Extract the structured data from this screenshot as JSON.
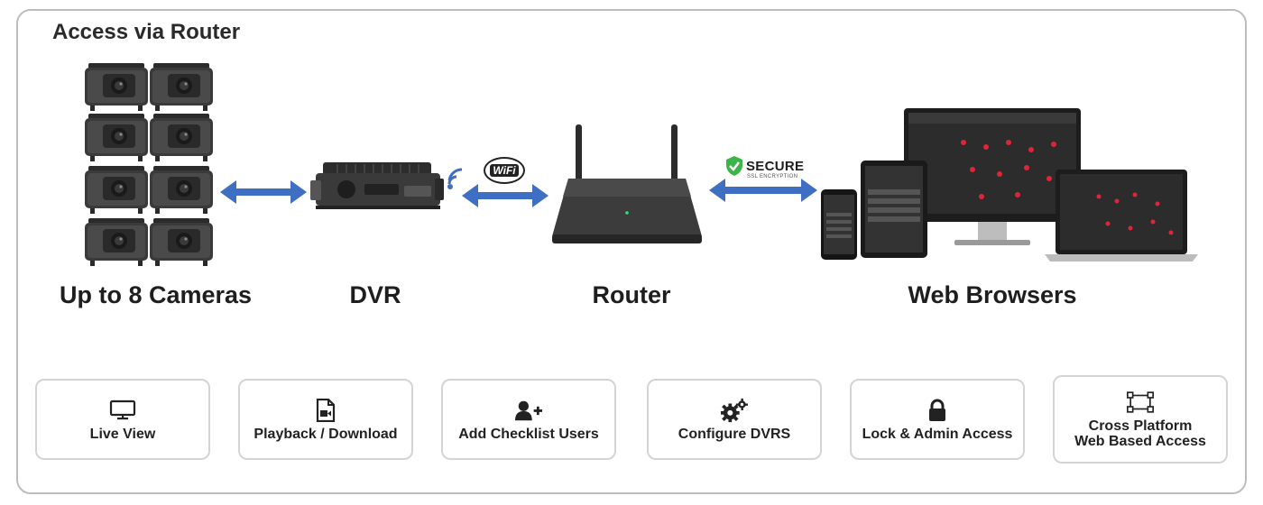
{
  "title": "Access via Router",
  "stages": [
    {
      "label": "Up to 8 Cameras"
    },
    {
      "label": "DVR"
    },
    {
      "label": "Router"
    },
    {
      "label": "Web Browsers"
    }
  ],
  "badges": {
    "wifi": "WiFi",
    "secure": "SECURE",
    "secure_sub": "SSL ENCRYPTION"
  },
  "features": [
    {
      "label": "Live View",
      "icon": "monitor-icon"
    },
    {
      "label": "Playback / Download",
      "icon": "video-file-icon"
    },
    {
      "label": "Add Checklist Users",
      "icon": "add-user-icon"
    },
    {
      "label": "Configure DVRS",
      "icon": "gears-icon"
    },
    {
      "label": "Lock & Admin Access",
      "icon": "lock-icon"
    },
    {
      "label": "Cross Platform\nWeb Based Access",
      "icon": "vector-square-icon"
    }
  ],
  "colors": {
    "arrow": "#3f6fc2",
    "secure_green": "#3bb54a"
  }
}
